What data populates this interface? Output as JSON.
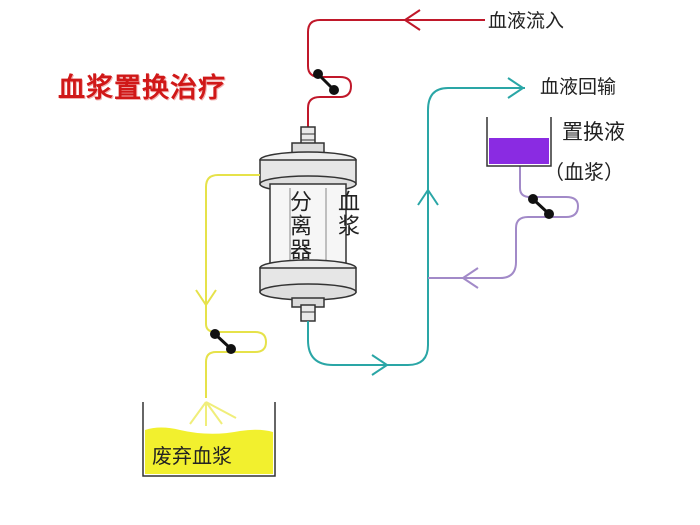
{
  "title": "血浆置换治疗",
  "labels": {
    "blood_in": "血液流入",
    "blood_return": "血液回输",
    "replacement_fluid": "置换液",
    "plasma_paren": "（血浆）",
    "separator": "分离器",
    "plasma_vertical": "血浆",
    "waste_plasma": "废弃血浆"
  },
  "colors": {
    "title": "#d01818",
    "inflow_line": "#c0182a",
    "outflow_line": "#2aa6a6",
    "waste_line": "#e6e24a",
    "replacement_line": "#a28ac8",
    "replacement_fluid": "#8a2be2",
    "waste_fluid": "#f2f02e"
  },
  "icons": [
    "pump-icon",
    "separator-filter-icon",
    "arrow-icon"
  ]
}
